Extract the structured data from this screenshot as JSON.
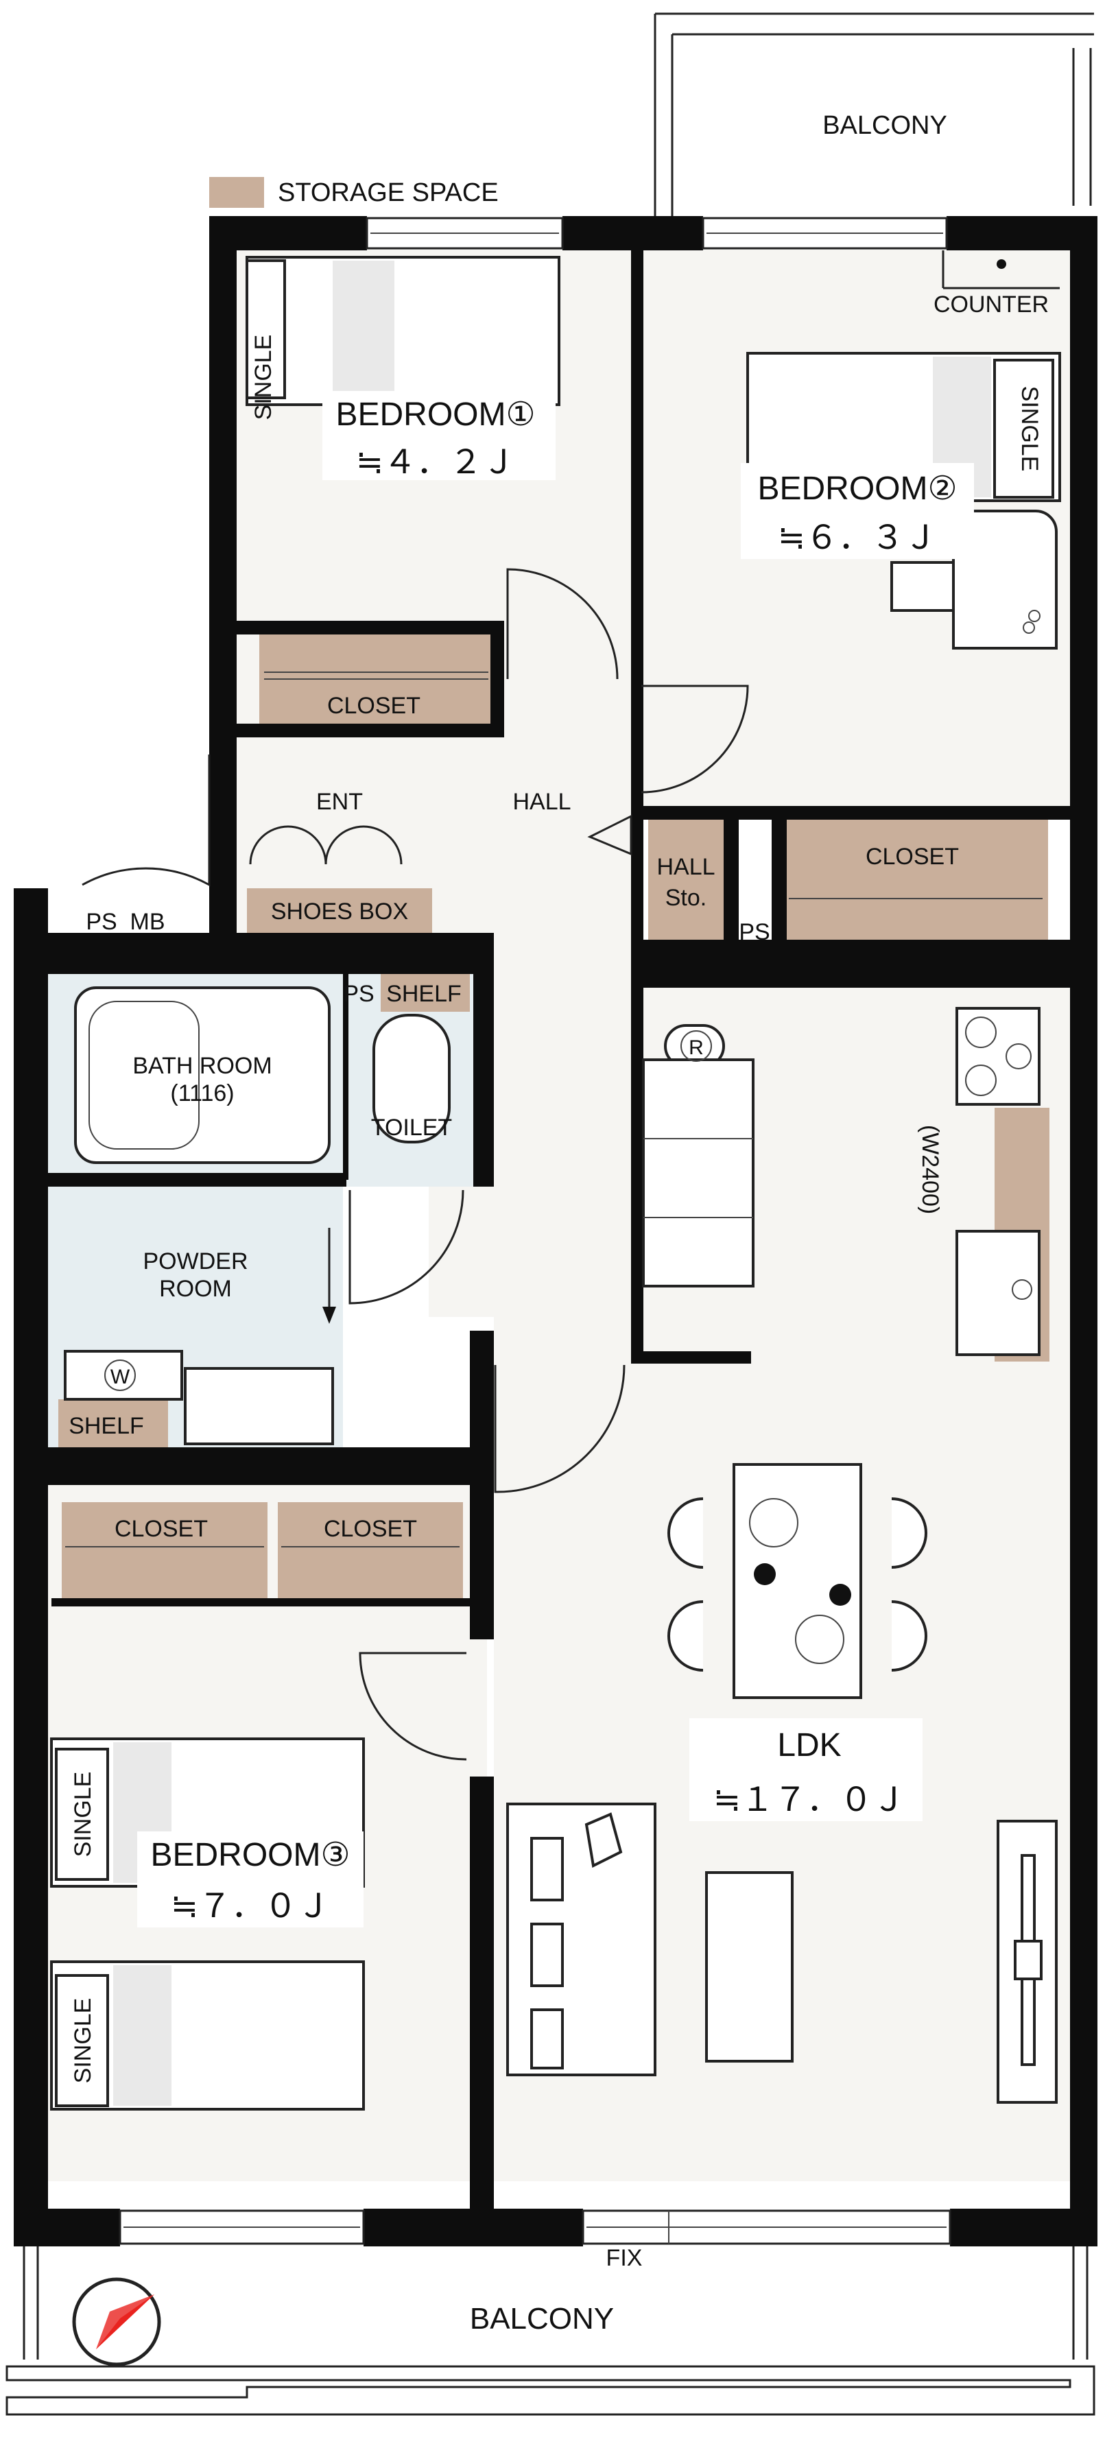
{
  "legend": {
    "storage_label": "STORAGE SPACE",
    "storage_color": "#c9af9b"
  },
  "rooms": {
    "bedroom1": {
      "label": "BEDROOM①",
      "area": "≒４．２Ｊ"
    },
    "bedroom2": {
      "label": "BEDROOM②",
      "area": "≒６．３Ｊ"
    },
    "bedroom3": {
      "label": "BEDROOM③",
      "area": "≒７．０Ｊ"
    },
    "ldk": {
      "label": "LDK",
      "area": "≒１７．０Ｊ"
    },
    "hall": "HALL",
    "entrance": "ENT",
    "bathroom": "BATH ROOM",
    "bathroom_size": "(1116)",
    "toilet": "TOILET",
    "powder_line1": "POWDER",
    "powder_line2": "ROOM"
  },
  "storage": {
    "closet": "CLOSET",
    "shoes_box": "SHOES BOX",
    "shelf": "SHELF",
    "hall_sto_line1": "HALL",
    "hall_sto_line2": "Sto."
  },
  "fixtures": {
    "single": "SINGLE",
    "counter": "COUNTER",
    "kitchen_width": "(W2400)",
    "ps": "PS",
    "mb": "MB",
    "fix": "FIX",
    "refrigerator": "R",
    "washer": "W"
  },
  "balcony_top": "BALCONY",
  "balcony_bottom": "BALCONY",
  "colors": {
    "wall": "#0d0d0d",
    "floor": "#f6f5f2",
    "wet_area": "#e6eef1",
    "storage": "#c9af9b",
    "compass": "#e8231f"
  }
}
